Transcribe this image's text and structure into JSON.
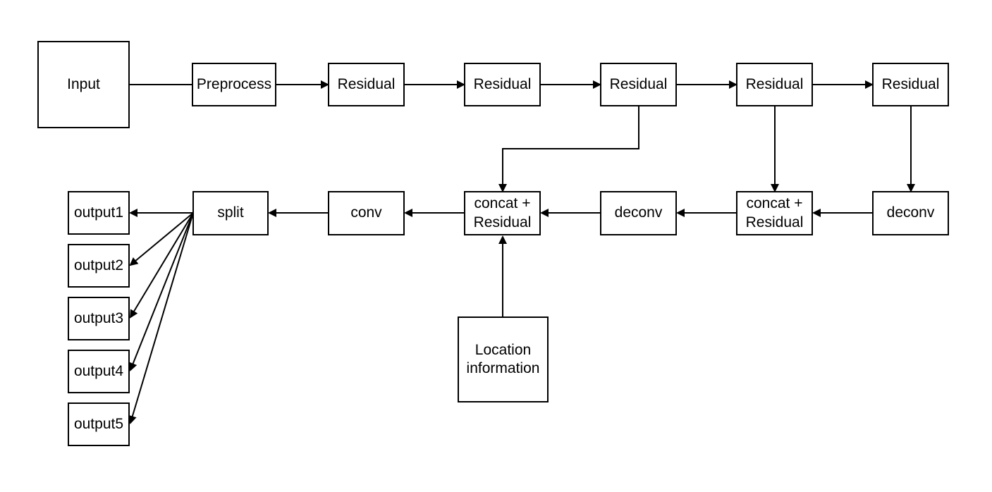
{
  "diagram": {
    "nodes": {
      "input": "Input",
      "preprocess": "Preprocess",
      "residual1": "Residual",
      "residual2": "Residual",
      "residual3": "Residual",
      "residual4": "Residual",
      "residual5": "Residual",
      "deconv_right": "deconv",
      "concat_right": "concat +\nResidual",
      "deconv_mid": "deconv",
      "concat_mid": "concat +\nResidual",
      "conv": "conv",
      "split": "split",
      "location": "Location\ninformation",
      "output1": "output1",
      "output2": "output2",
      "output3": "output3",
      "output4": "output4",
      "output5": "output5"
    },
    "edges": [
      [
        "input",
        "preprocess"
      ],
      [
        "preprocess",
        "residual1"
      ],
      [
        "residual1",
        "residual2"
      ],
      [
        "residual2",
        "residual3"
      ],
      [
        "residual3",
        "residual4"
      ],
      [
        "residual4",
        "residual5"
      ],
      [
        "residual5",
        "deconv_right"
      ],
      [
        "deconv_right",
        "concat_right"
      ],
      [
        "residual4",
        "concat_right"
      ],
      [
        "concat_right",
        "deconv_mid"
      ],
      [
        "deconv_mid",
        "concat_mid"
      ],
      [
        "residual3",
        "concat_mid"
      ],
      [
        "location",
        "concat_mid"
      ],
      [
        "concat_mid",
        "conv"
      ],
      [
        "conv",
        "split"
      ],
      [
        "split",
        "output1"
      ],
      [
        "split",
        "output2"
      ],
      [
        "split",
        "output3"
      ],
      [
        "split",
        "output4"
      ],
      [
        "split",
        "output5"
      ]
    ]
  }
}
